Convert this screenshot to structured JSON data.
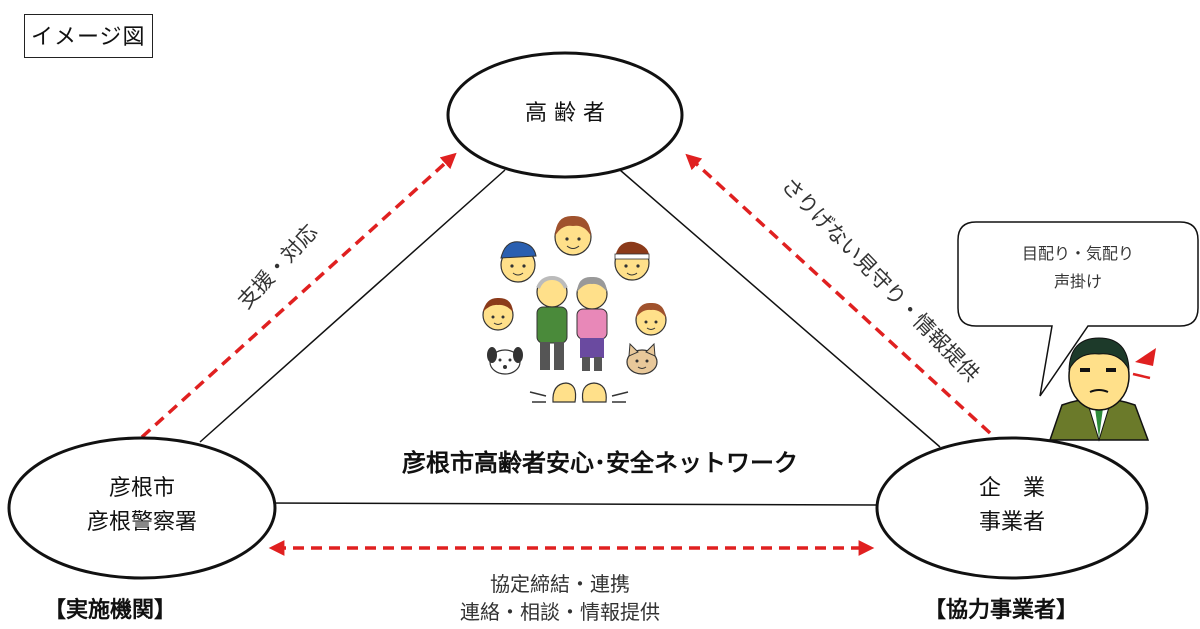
{
  "title": "イメージ図",
  "nodes": {
    "elderly": {
      "label": "高 齢 者"
    },
    "city": {
      "line1": "彦根市",
      "line2": "彦根警察署",
      "role": "【実施機関】"
    },
    "business": {
      "line1": "企　業",
      "line2": "事業者",
      "role": "【協力事業者】"
    }
  },
  "network_name": "彦根市高齢者安心･安全ネットワーク",
  "edges": {
    "support": "支援・対応",
    "watch": "さりげない見守り・情報提供",
    "agreement_line1": "協定締結・連携",
    "agreement_line2": "連絡・相談・情報提供"
  },
  "speech_bubble": {
    "line1": "目配り・気配り",
    "line2": "声掛け"
  },
  "colors": {
    "arrow": "#e02020",
    "outline": "#111111",
    "tie": "#2e8b3a",
    "suit": "#6b7a2a",
    "skin": "#ffe08a"
  }
}
